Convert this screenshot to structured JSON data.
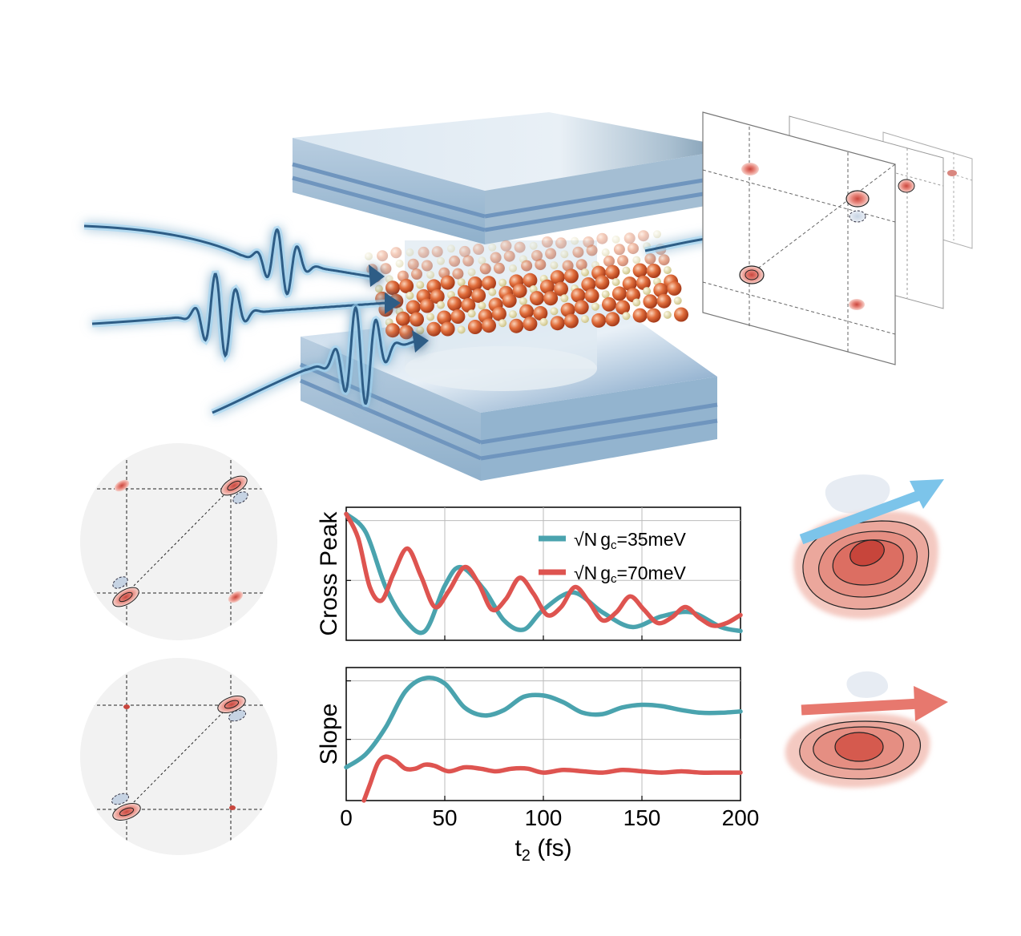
{
  "charts": {
    "cross_peak": {
      "ylabel": "Cross Peak",
      "legend": [
        {
          "label_prefix": "√N",
          "label_g": "g",
          "label_sub": "c",
          "label_value": "=35meV",
          "color": "#4aa3ae"
        },
        {
          "label_prefix": "√N",
          "label_g": "g",
          "label_sub": "c",
          "label_value": "=70meV",
          "color": "#de5450"
        }
      ]
    },
    "slope": {
      "ylabel": "Slope"
    },
    "x_ticks": [
      "0",
      "50",
      "100",
      "150",
      "200"
    ],
    "x_label_main": "t",
    "x_label_sub": "2",
    "x_label_unit": " (fs)"
  },
  "chart_data": [
    {
      "type": "line",
      "title": "",
      "xlabel": "t2 (fs)",
      "ylabel": "Cross Peak",
      "xlim": [
        0,
        200
      ],
      "series": [
        {
          "name": "√N gc=35meV",
          "color": "#4aa3ae",
          "x": [
            0,
            10,
            20,
            30,
            40,
            50,
            58,
            70,
            80,
            90,
            100,
            115,
            130,
            145,
            160,
            175,
            190,
            200
          ],
          "y": [
            1.0,
            0.86,
            0.45,
            0.2,
            0.12,
            0.46,
            0.6,
            0.43,
            0.2,
            0.13,
            0.28,
            0.41,
            0.26,
            0.15,
            0.23,
            0.26,
            0.15,
            0.12
          ]
        },
        {
          "name": "√N gc=70meV",
          "color": "#de5450",
          "x": [
            0,
            6,
            12,
            18,
            24,
            31,
            38,
            45,
            52,
            60,
            67,
            74,
            81,
            88,
            95,
            102,
            109,
            116,
            123,
            130,
            137,
            144,
            151,
            158,
            165,
            172,
            179,
            186,
            193,
            200
          ],
          "y": [
            1.0,
            0.82,
            0.45,
            0.35,
            0.55,
            0.74,
            0.53,
            0.3,
            0.42,
            0.6,
            0.48,
            0.28,
            0.36,
            0.52,
            0.4,
            0.24,
            0.3,
            0.45,
            0.34,
            0.2,
            0.26,
            0.38,
            0.28,
            0.18,
            0.22,
            0.3,
            0.22,
            0.16,
            0.18,
            0.24
          ]
        }
      ]
    },
    {
      "type": "line",
      "title": "",
      "xlabel": "t2 (fs)",
      "ylabel": "Slope",
      "xlim": [
        0,
        200
      ],
      "series": [
        {
          "name": "√N gc=35meV",
          "color": "#4aa3ae",
          "x": [
            0,
            10,
            20,
            30,
            40,
            50,
            60,
            70,
            80,
            90,
            100,
            110,
            120,
            130,
            140,
            150,
            160,
            170,
            180,
            190,
            200
          ],
          "y": [
            0.25,
            0.35,
            0.55,
            0.82,
            0.92,
            0.88,
            0.7,
            0.64,
            0.68,
            0.78,
            0.79,
            0.74,
            0.66,
            0.65,
            0.7,
            0.72,
            0.71,
            0.68,
            0.66,
            0.66,
            0.67
          ]
        },
        {
          "name": "√N gc=70meV",
          "color": "#de5450",
          "x": [
            9,
            12,
            16,
            20,
            25,
            30,
            35,
            40,
            45,
            52,
            60,
            68,
            76,
            84,
            92,
            100,
            110,
            120,
            130,
            140,
            150,
            160,
            170,
            180,
            190,
            200
          ],
          "y": [
            0.0,
            0.12,
            0.28,
            0.33,
            0.3,
            0.24,
            0.24,
            0.27,
            0.26,
            0.22,
            0.25,
            0.24,
            0.22,
            0.24,
            0.24,
            0.21,
            0.23,
            0.22,
            0.21,
            0.23,
            0.22,
            0.21,
            0.22,
            0.21,
            0.21,
            0.21
          ]
        }
      ]
    }
  ]
}
